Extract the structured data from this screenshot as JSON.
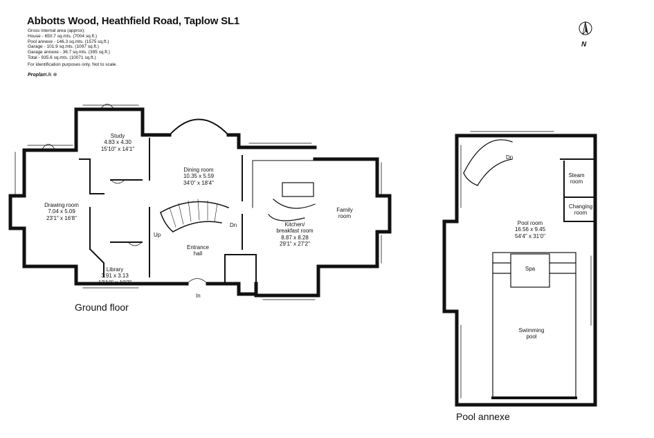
{
  "header": {
    "title": "Abbotts Wood, Heathfield Road, Taplow SL1",
    "area_heading": "Gross internal area (approx):",
    "area_lines": [
      "House - 650.7 sq.mts. (7004 sq.ft.)",
      "Pool annexe - 146.3 sq.mts. (1575 sq.ft.)",
      "Garage - 101.9 sq.mts. (1097 sq.ft.)",
      "Garage annexe - 36.7 sq.mts. (395 sq.ft.)",
      "Total - 935.6 sq.mts. (10071 sq.ft.)"
    ],
    "disclaimer": "For identification purposes only. Not to scale.",
    "logo_brand": "Proplan",
    "logo_suffix": "Uk"
  },
  "compass": {
    "label": "N",
    "icon": "north-arrow-icon"
  },
  "ground_floor": {
    "label": "Ground floor",
    "rooms": {
      "study": {
        "name": "Study",
        "metric": "4.83 x 4.30",
        "imperial": "15'10\" x 14'1\""
      },
      "dining": {
        "name": "Dining room",
        "metric": "10.35 x 5.59",
        "imperial": "34'0\" x 18'4\""
      },
      "drawing": {
        "name": "Drawing room",
        "metric": "7.04 x 5.09",
        "imperial": "23'1\" x 16'8\""
      },
      "kitchen": {
        "name1": "Kitchen/",
        "name2": "breakfast room",
        "metric": "8.87 x 8.28",
        "imperial": "29'1\" x 27'2\""
      },
      "family": {
        "name1": "Family",
        "name2": "room"
      },
      "entrance": {
        "name1": "Entrance",
        "name2": "hall"
      },
      "library": {
        "name": "Library",
        "metric": "3.91 x 3.13",
        "imperial": "12'10\" x 10'3\""
      }
    },
    "stair_up": "Up",
    "stair_dn": "Dn",
    "entry": "In"
  },
  "pool_annexe": {
    "label": "Pool annexe",
    "stair_dn": "Dn",
    "rooms": {
      "steam": {
        "name1": "Steam",
        "name2": "room"
      },
      "changing": {
        "name1": "Changing",
        "name2": "room"
      },
      "pool_room": {
        "name": "Pool room",
        "metric": "16.56 x 9.45",
        "imperial": "54'4\" x 31'0\""
      },
      "spa": {
        "name": "Spa"
      },
      "swimming": {
        "name1": "Swimming",
        "name2": "pool"
      }
    }
  }
}
